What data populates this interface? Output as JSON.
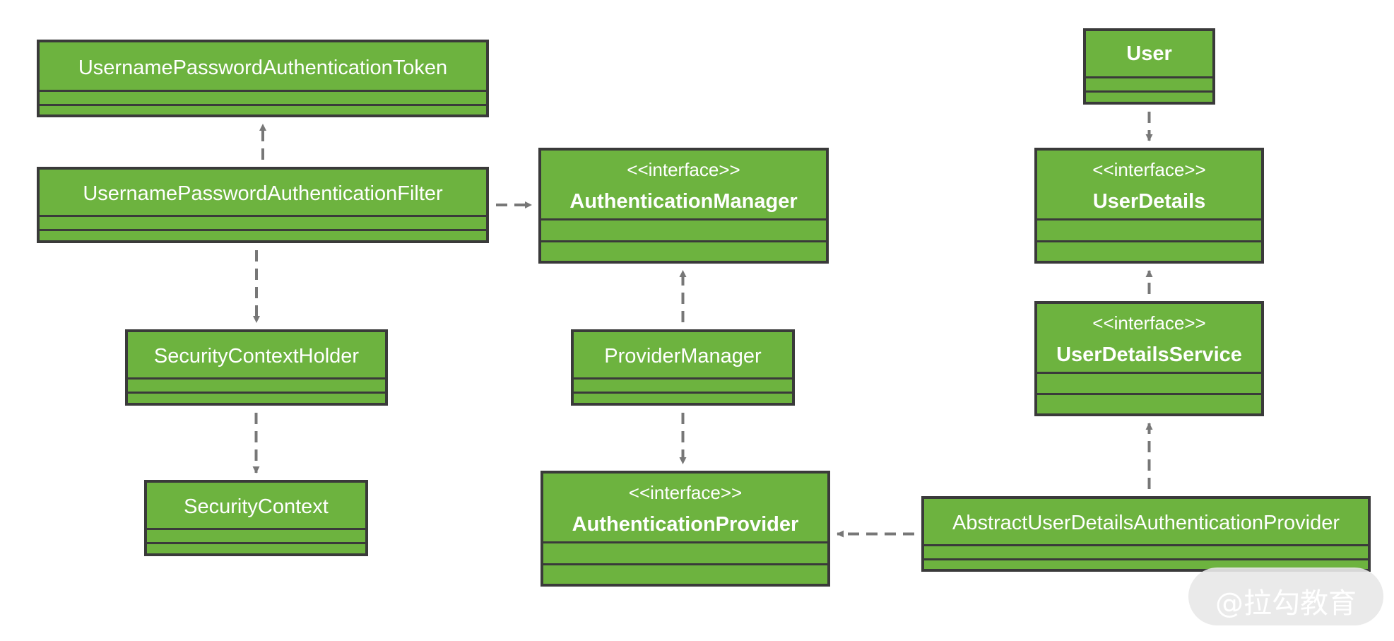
{
  "diagram": {
    "colors": {
      "box_fill": "#6db33f",
      "box_border": "#3a3a3a",
      "text": "#ffffff",
      "arrow": "#777777"
    },
    "classes": {
      "token": {
        "name": "UsernamePasswordAuthenticationToken",
        "stereotype": ""
      },
      "filter": {
        "name": "UsernamePasswordAuthenticationFilter",
        "stereotype": ""
      },
      "context_holder": {
        "name": "SecurityContextHolder",
        "stereotype": ""
      },
      "security_context": {
        "name": "SecurityContext",
        "stereotype": ""
      },
      "authentication_manager": {
        "name": "AuthenticationManager",
        "stereotype": "<<interface>>"
      },
      "provider_manager": {
        "name": "ProviderManager",
        "stereotype": ""
      },
      "authentication_provider": {
        "name": "AuthenticationProvider",
        "stereotype": "<<interface>>"
      },
      "user": {
        "name": "User",
        "stereotype": ""
      },
      "user_details": {
        "name": "UserDetails",
        "stereotype": "<<interface>>"
      },
      "user_details_service": {
        "name": "UserDetailsService",
        "stereotype": "<<interface>>"
      },
      "abstract_provider": {
        "name": "AbstractUserDetailsAuthenticationProvider",
        "stereotype": ""
      }
    },
    "relations": [
      {
        "from": "filter",
        "to": "token",
        "style": "dashed-arrow"
      },
      {
        "from": "filter",
        "to": "authentication_manager",
        "style": "dashed-arrow"
      },
      {
        "from": "filter",
        "to": "context_holder",
        "style": "dashed-arrow"
      },
      {
        "from": "context_holder",
        "to": "security_context",
        "style": "dashed-arrow"
      },
      {
        "from": "provider_manager",
        "to": "authentication_manager",
        "style": "dashed-arrow"
      },
      {
        "from": "provider_manager",
        "to": "authentication_provider",
        "style": "dashed-arrow"
      },
      {
        "from": "abstract_provider",
        "to": "authentication_provider",
        "style": "dashed-arrow"
      },
      {
        "from": "abstract_provider",
        "to": "user_details_service",
        "style": "dashed-arrow"
      },
      {
        "from": "user_details_service",
        "to": "user_details",
        "style": "dashed-arrow"
      },
      {
        "from": "user",
        "to": "user_details",
        "style": "dashed-arrow"
      }
    ]
  },
  "watermark": {
    "text": "@拉勾教育"
  }
}
